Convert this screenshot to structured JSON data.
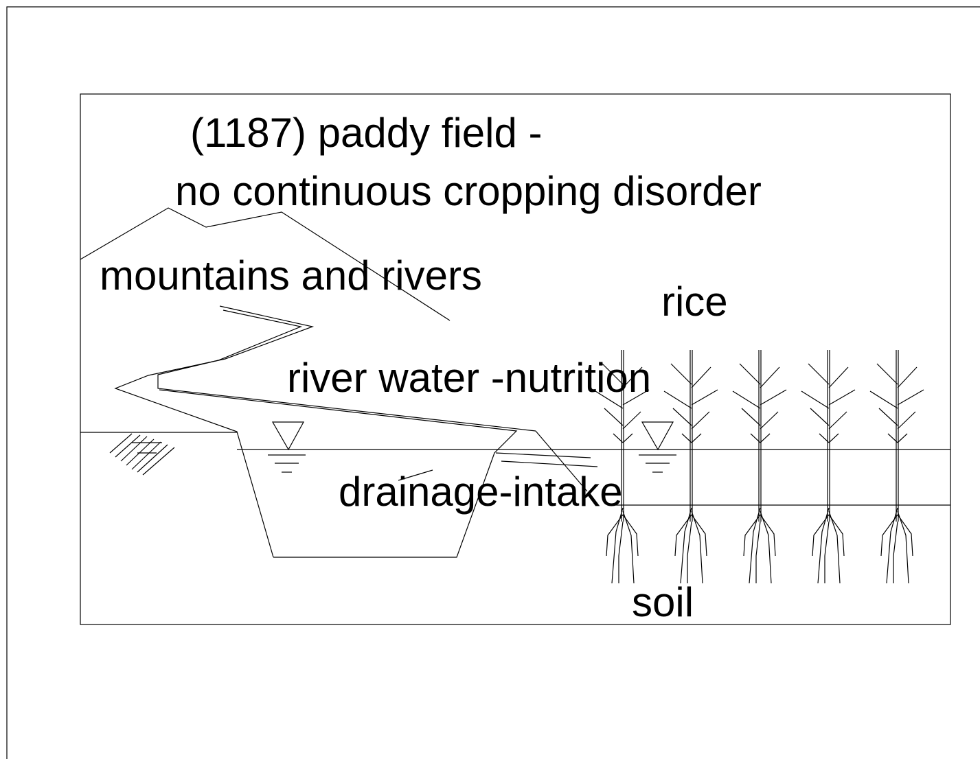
{
  "diagram": {
    "title_line1": "(1187)  paddy field -",
    "title_line2": "no continuous cropping disorder",
    "labels": {
      "mountains": "mountains and rivers",
      "rice": "rice",
      "river_water": "river water -nutrition",
      "drainage": "drainage-intake",
      "soil": "soil"
    },
    "icons": [
      "water-level-icon",
      "rice-plant-icon",
      "hatched-bank-icon"
    ]
  }
}
